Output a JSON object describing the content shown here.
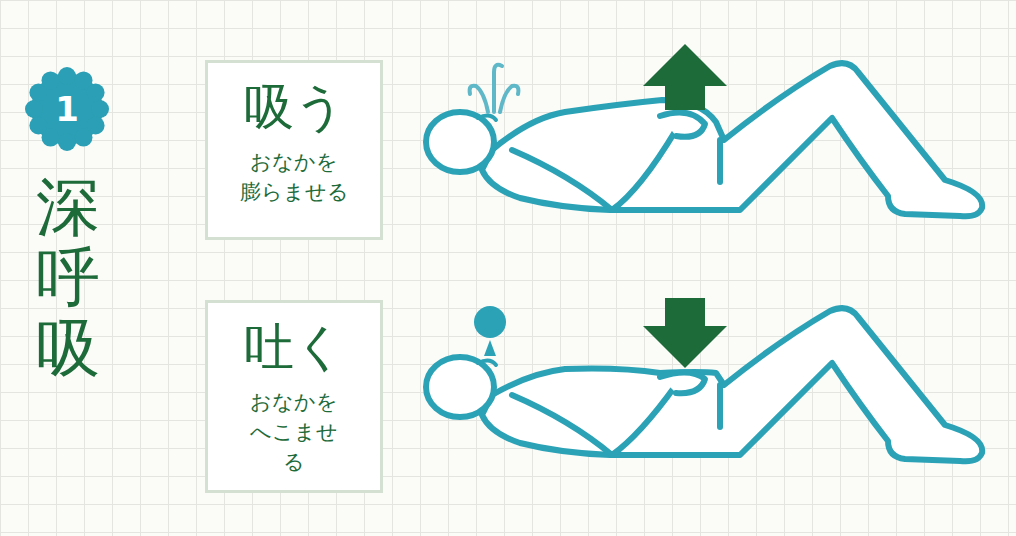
{
  "diagram": {
    "title": "深呼吸",
    "nodes": [
      {
        "text": [
          "1"
        ]
      },
      {
        "text": [
          "吸う",
          "おなかを 膨らませる"
        ]
      },
      {
        "text": [
          "吐く",
          "おなかを へこませる"
        ]
      }
    ]
  }
}
